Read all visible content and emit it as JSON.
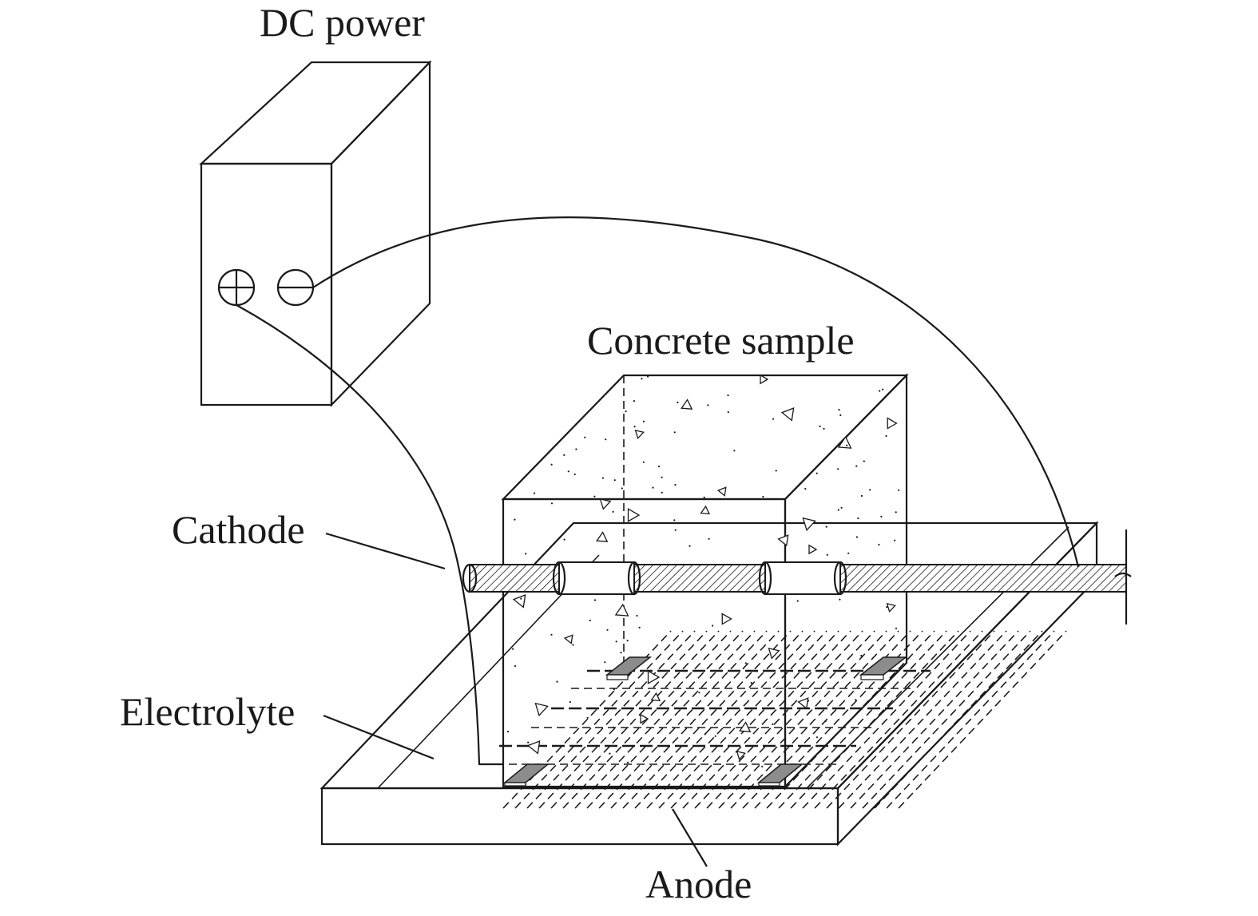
{
  "labels": {
    "dc_power": "DC power",
    "concrete_sample": "Concrete sample",
    "cathode": "Cathode",
    "electrolyte": "Electrolyte",
    "anode": "Anode"
  },
  "terminals": {
    "positive_symbol": "plus",
    "negative_symbol": "minus"
  },
  "colors": {
    "line": "#1a1a1a",
    "steel_plate": "#8c8c8c",
    "background": "#ffffff"
  }
}
